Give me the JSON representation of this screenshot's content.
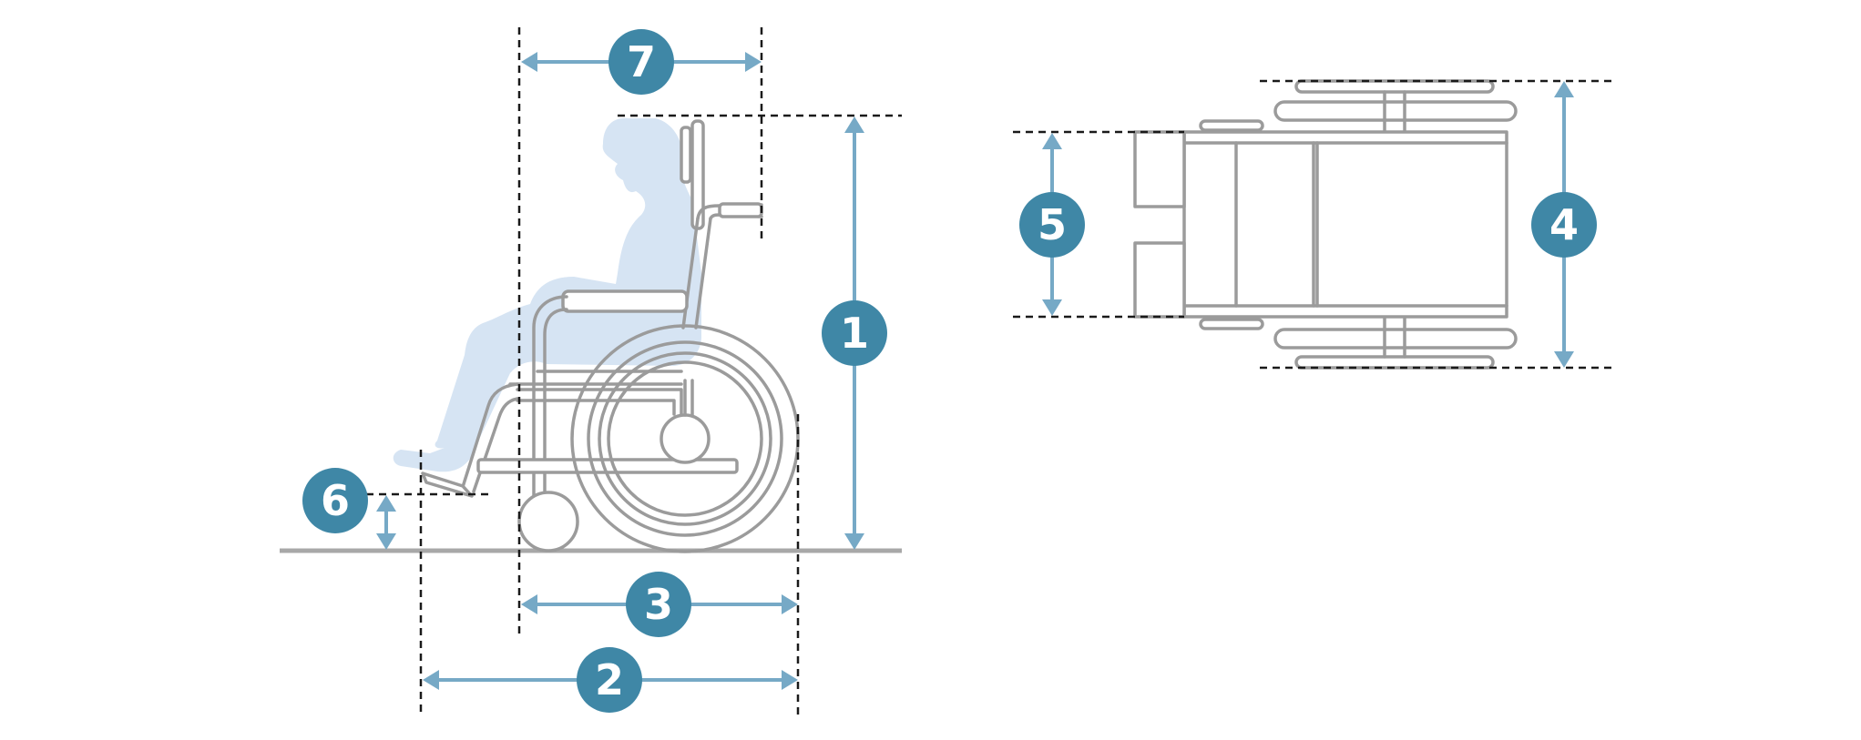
{
  "badges": {
    "height": "1",
    "length_with_footrest": "2",
    "length_without_footrest": "3",
    "overall_width": "4",
    "folded_width": "5",
    "footrest_height": "6",
    "backrest_depth": "7"
  },
  "colors": {
    "badge": "#3f87a6",
    "arrow": "#76a9c6",
    "outline": "#9b9b9b",
    "person": "#d6e4f3",
    "guide": "#1a1a1a"
  }
}
